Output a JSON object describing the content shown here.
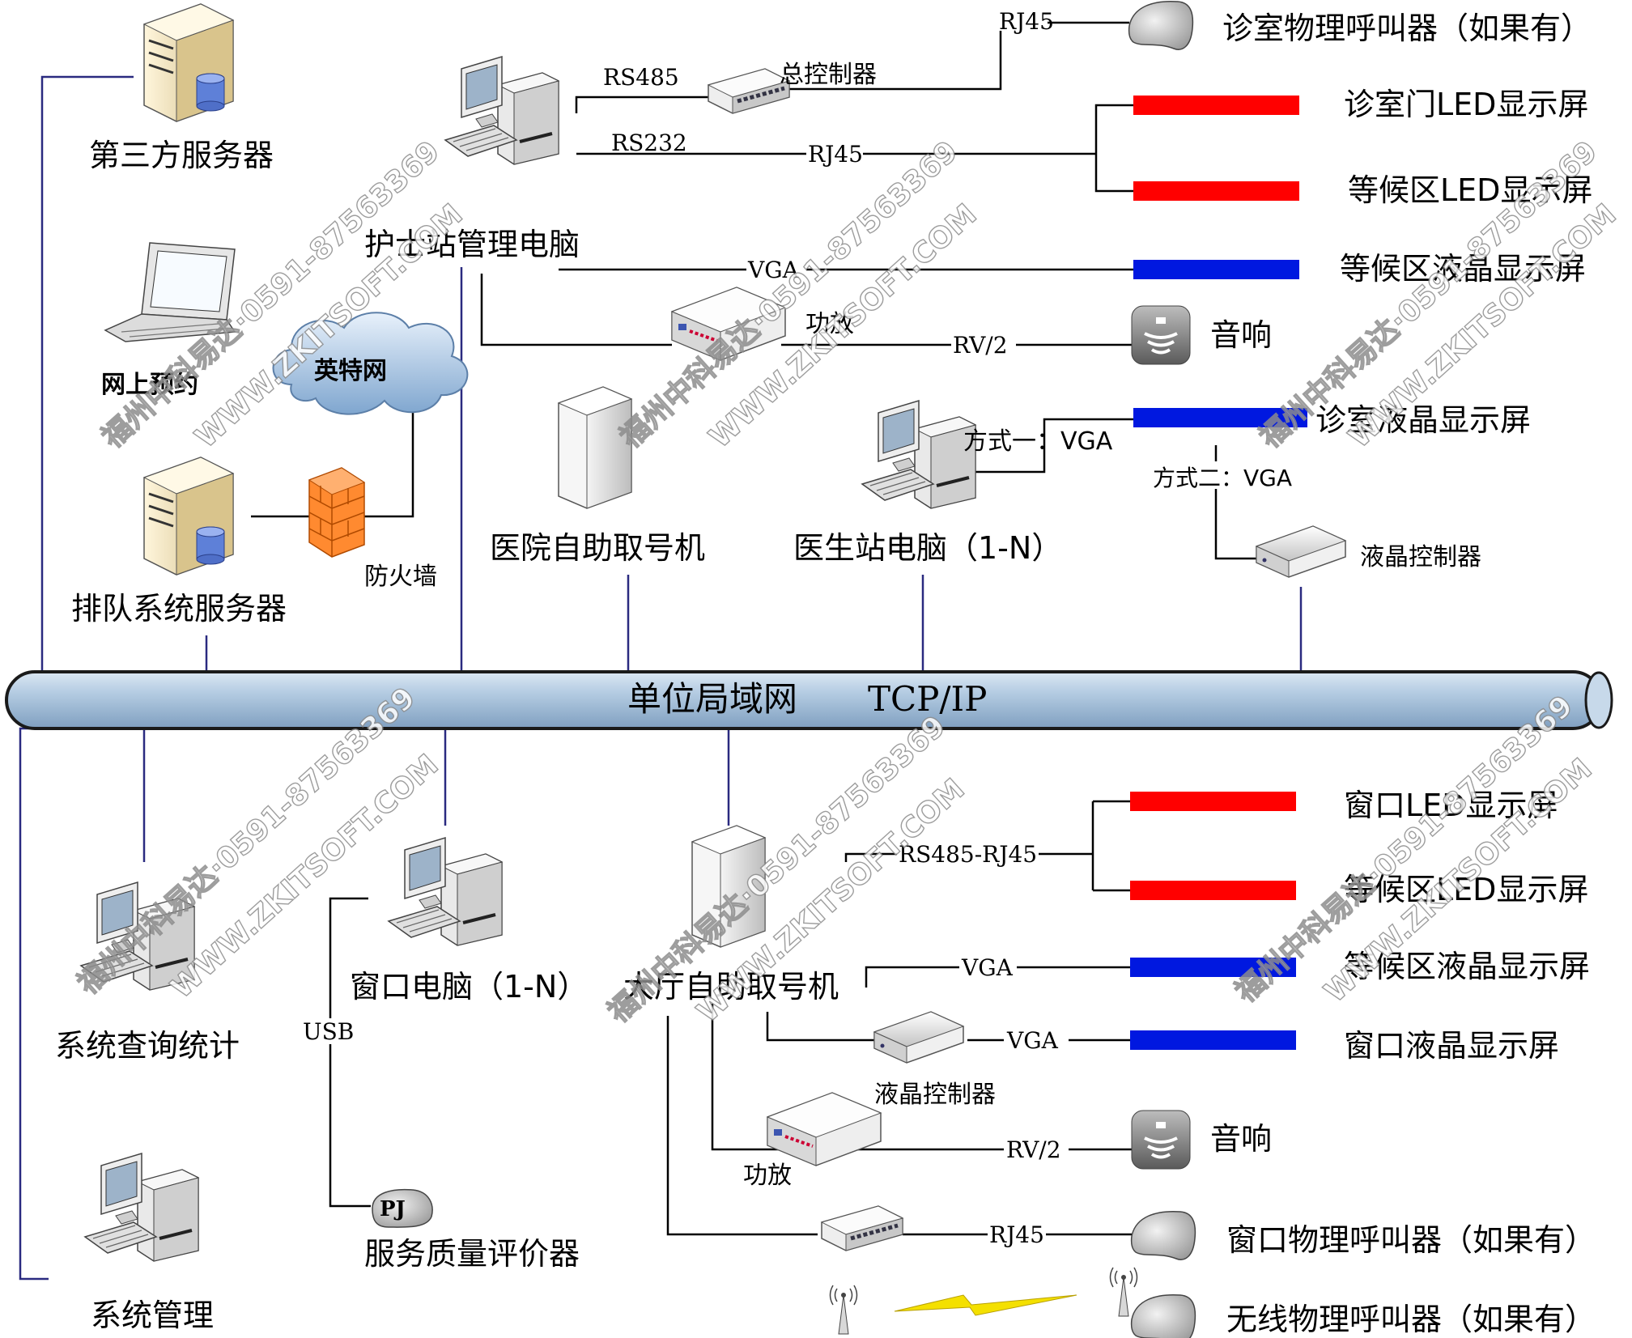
{
  "diagram": {
    "nodes": {
      "third_party_server": "第三方服务器",
      "nurse_pc": "护士站管理电脑",
      "online_booking": "网上预约",
      "internet": "英特网",
      "firewall": "防火墙",
      "queue_server": "排队系统服务器",
      "hospital_kiosk": "医院自助取号机",
      "doctor_pc": "医生站电脑（1-N）",
      "lan": "单位局域网",
      "lan_protocol": "TCP/IP",
      "master_controller": "总控制器",
      "amplifier_top": "功放",
      "lcd_controller_top": "液晶控制器",
      "query_stats": "系统查询统计",
      "window_pc": "窗口电脑（1-N）",
      "hall_kiosk": "大厅自助取号机",
      "lcd_controller_bottom": "液晶控制器",
      "amplifier_bottom": "功放",
      "evaluator_badge": "PJ",
      "evaluator": "服务质量评价器",
      "system_admin": "系统管理"
    },
    "devices": {
      "room_caller": "诊室物理呼叫器（如果有）",
      "room_door_led": "诊室门LED显示屏",
      "wait_led_top": "等候区LED显示屏",
      "wait_lcd_top": "等候区液晶显示屏",
      "speaker_top": "音响",
      "room_lcd": "诊室液晶显示屏",
      "window_led": "窗口LED显示屏",
      "wait_led_bottom": "等候区LED显示屏",
      "wait_lcd_bottom": "等候区液晶显示屏",
      "window_lcd": "窗口液晶显示屏",
      "speaker_bottom": "音响",
      "window_caller": "窗口物理呼叫器（如果有）",
      "wireless_caller": "无线物理呼叫器（如果有）"
    },
    "links": {
      "rs485": "RS485",
      "rs232": "RS232",
      "rj45_a": "RJ45",
      "rj45_b": "RJ45",
      "vga_a": "VGA",
      "rv2_a": "RV/2",
      "mode1": "方式一：VGA",
      "mode2": "方式二：VGA",
      "rs485_rj45": "RS485-RJ45",
      "vga_b": "VGA",
      "vga_c": "VGA",
      "rv2_b": "RV/2",
      "rj45_c": "RJ45",
      "usb": "USB"
    },
    "watermark": {
      "phone": "福州中科易达·0591-87563369",
      "site": "WWW.ZKITSOFT.COM"
    },
    "colors": {
      "led": "#ff0000",
      "lcd": "#0018e0",
      "lan_fill": "#a9c4dd",
      "line": "#000000",
      "drop": "#2a2a80"
    }
  }
}
